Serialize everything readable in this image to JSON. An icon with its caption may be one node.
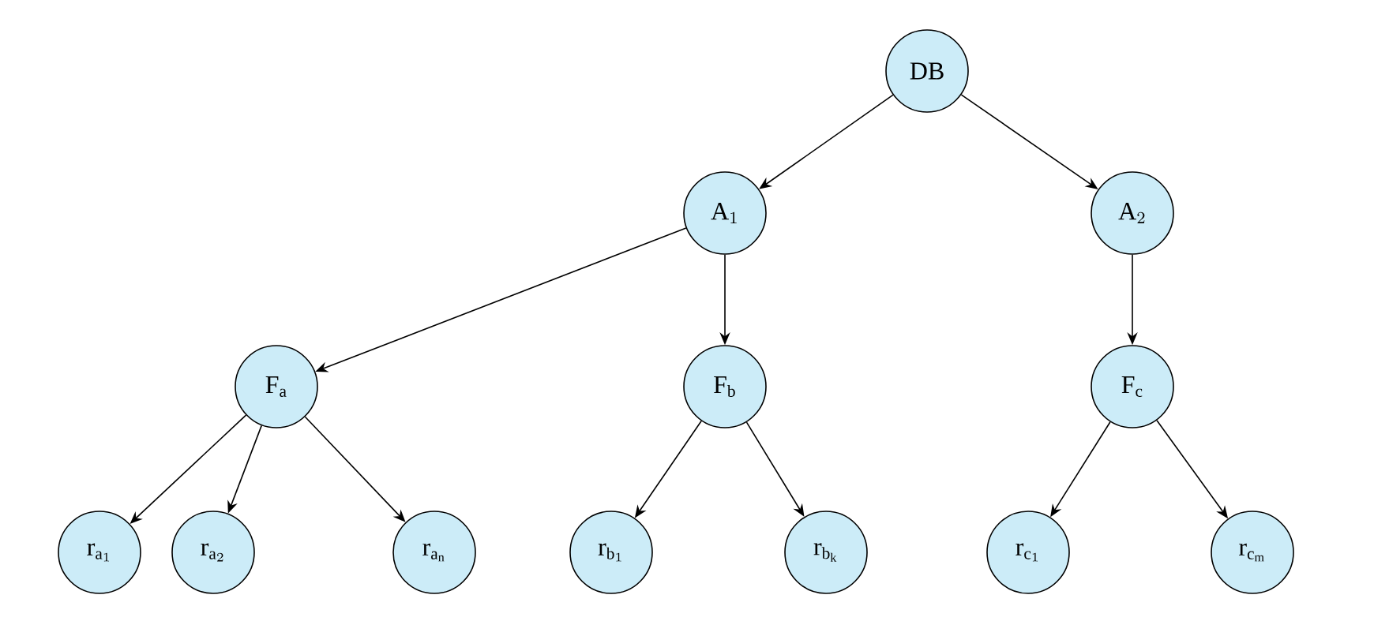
{
  "diagram": {
    "nodes": [
      {
        "text": [
          "\\mathrm{DB}"
        ]
      },
      {
        "text": [
          "\\mathrm{A}_{1}"
        ]
      },
      {
        "text": [
          "\\mathrm{A}_{2}"
        ]
      },
      {
        "text": [
          "\\mathrm{F}_{\\mathrm{a}}"
        ]
      },
      {
        "text": [
          "\\mathrm{F}_{\\mathrm{b}}"
        ]
      },
      {
        "text": [
          "\\mathrm{F}_{\\mathrm{c}}"
        ]
      },
      {
        "text": [
          "\\mathrm{r}_{\\mathrm{a}_{1}}"
        ]
      },
      {
        "text": [
          "\\mathrm{r}_{\\mathrm{a}_{2}}"
        ]
      },
      {
        "text": [
          "\\mathrm{r}_{\\mathrm{a}_{\\mathrm{n}}}"
        ]
      },
      {
        "text": [
          "\\mathrm{r}_{\\mathrm{b}_{1}}"
        ]
      },
      {
        "text": [
          "\\mathrm{r}_{\\mathrm{b}_{\\mathrm{k}}}"
        ]
      },
      {
        "text": [
          "\\mathrm{r}_{\\mathrm{c}_{1}}"
        ]
      },
      {
        "text": [
          "\\mathrm{r}_{\\mathrm{c}_{\\mathrm{m}}}"
        ]
      }
    ],
    "edges": [
      {
        "from": 0,
        "to": 1,
        "arrow": "to"
      },
      {
        "from": 0,
        "to": 2,
        "arrow": "to"
      },
      {
        "from": 1,
        "to": 3,
        "arrow": "to"
      },
      {
        "from": 1,
        "to": 4,
        "arrow": "to"
      },
      {
        "from": 2,
        "to": 5,
        "arrow": "to"
      },
      {
        "from": 3,
        "to": 6,
        "arrow": "to"
      },
      {
        "from": 3,
        "to": 7,
        "arrow": "to"
      },
      {
        "from": 3,
        "to": 8,
        "arrow": "to"
      },
      {
        "from": 4,
        "to": 9,
        "arrow": "to"
      },
      {
        "from": 4,
        "to": 10,
        "arrow": "to"
      },
      {
        "from": 5,
        "to": 11,
        "arrow": "to"
      },
      {
        "from": 5,
        "to": 12,
        "arrow": "to"
      }
    ]
  }
}
